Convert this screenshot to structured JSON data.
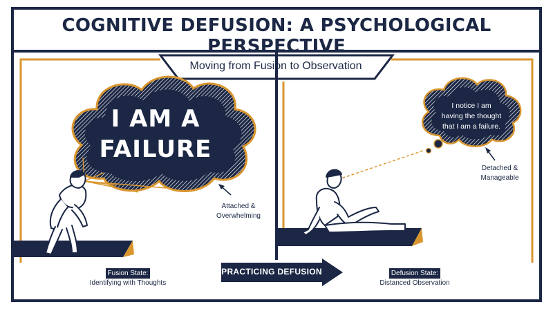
{
  "title": "COGNITIVE DEFUSION: A PSYCHOLOGICAL PERSPECTIVE",
  "subtitle": "Moving from Fusion to Observation",
  "left_panel": {
    "thought_lines": [
      "I AM A",
      "FAILURE"
    ],
    "note_lines": [
      "Attached &",
      "Overwhelming"
    ],
    "state_label": "Fusion State:",
    "state_desc": "Identifying with Thoughts"
  },
  "right_panel": {
    "thought_lines": [
      "I notice I am",
      "having the thought",
      "that I am a failure."
    ],
    "note_lines": [
      "Detached &",
      "Manageable"
    ],
    "state_label": "Defusion State:",
    "state_desc": "Distanced Observation"
  },
  "center_arrow_label": "PRACTICING DEFUSION",
  "colors": {
    "navy": "#1b2744",
    "orange": "#d9962f",
    "background": "#ffffff"
  }
}
